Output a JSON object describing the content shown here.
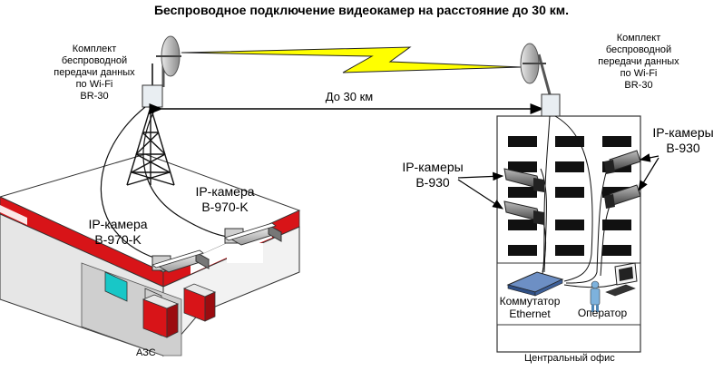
{
  "title": "Беспроводное подключение видеокамер на расстояние до 30 км.",
  "left_kit": {
    "lines": [
      "Комплект",
      "беспроводной",
      "передачи данных",
      "по Wi-Fi",
      "BR-30"
    ]
  },
  "right_kit": {
    "lines": [
      "Комплект",
      "беспроводной",
      "передачи данных",
      "по Wi-Fi",
      "BR-30"
    ]
  },
  "distance_label": "До 30 км",
  "gas_station": {
    "camera1": {
      "lines": [
        "IP-камера",
        "B-970-K"
      ]
    },
    "camera2": {
      "lines": [
        "IP-камера",
        "B-970-K"
      ]
    },
    "caption": "АЗС"
  },
  "office": {
    "cams_left": {
      "lines": [
        "IP-камеры",
        "B-930"
      ]
    },
    "cams_right": {
      "lines": [
        "IP-камеры",
        "B-930"
      ]
    },
    "switch": {
      "lines": [
        "Коммутатор",
        "Ethernet"
      ]
    },
    "operator": "Оператор",
    "caption": "Центральный офис"
  },
  "colors": {
    "accent_red": "#d81418",
    "lightning": "#ffff00",
    "building": "#ffffff",
    "window": "#111111"
  }
}
